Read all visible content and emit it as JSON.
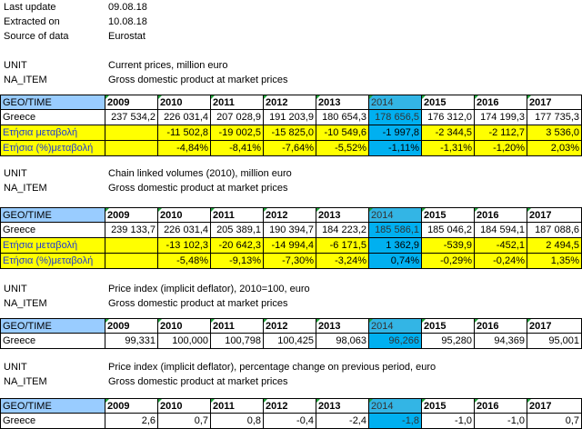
{
  "meta": {
    "rows": [
      {
        "label": "Last update",
        "value": "09.08.18"
      },
      {
        "label": "Extracted on",
        "value": "10.08.18"
      },
      {
        "label": "Source of data",
        "value": "Eurostat"
      }
    ]
  },
  "years": [
    "2009",
    "2010",
    "2011",
    "2012",
    "2013",
    "2014",
    "2015",
    "2016",
    "2017"
  ],
  "geo_time_label": "GEO/TIME",
  "highlight_year": "2014",
  "colors": {
    "header_blue": "#99ccff",
    "highlight_blue": "#00b0f0",
    "yellow": "#ffff00",
    "corner_green": "#1fa23a"
  },
  "sections": [
    {
      "unit_label": "UNIT",
      "unit_value": "Current prices, million euro",
      "item_label": "NA_ITEM",
      "item_value": "Gross domestic product at market prices",
      "rows": [
        {
          "label": "Greece",
          "type": "data",
          "values": [
            "237 534,2",
            "226 031,4",
            "207 028,9",
            "191 203,9",
            "180 654,3",
            "178 656,5",
            "176 312,0",
            "174 199,3",
            "177 735,3"
          ]
        },
        {
          "label": "Ετήσια μεταβολή",
          "type": "change",
          "values": [
            "",
            "-11 502,8",
            "-19 002,5",
            "-15 825,0",
            "-10 549,6",
            "-1 997,8",
            "-2 344,5",
            "-2 112,7",
            "3 536,0"
          ]
        },
        {
          "label": "Ετήσια (%)μεταβολή",
          "type": "change",
          "values": [
            "",
            "-4,84%",
            "-8,41%",
            "-7,64%",
            "-5,52%",
            "-1,11%",
            "-1,31%",
            "-1,20%",
            "2,03%"
          ]
        }
      ]
    },
    {
      "unit_label": "UNIT",
      "unit_value": "Chain linked volumes (2010), million euro",
      "item_label": "NA_ITEM",
      "item_value": "Gross domestic product at market prices",
      "rows": [
        {
          "label": "Greece",
          "type": "data",
          "values": [
            "239 133,7",
            "226 031,4",
            "205 389,1",
            "190 394,7",
            "184 223,2",
            "185 586,1",
            "185 046,2",
            "184 594,1",
            "187 088,6"
          ]
        },
        {
          "label": "Ετήσια μεταβολή",
          "type": "change",
          "values": [
            "",
            "-13 102,3",
            "-20 642,3",
            "-14 994,4",
            "-6 171,5",
            "1 362,9",
            "-539,9",
            "-452,1",
            "2 494,5"
          ]
        },
        {
          "label": "Ετήσια (%)μεταβολή",
          "type": "change",
          "values": [
            "",
            "-5,48%",
            "-9,13%",
            "-7,30%",
            "-3,24%",
            "0,74%",
            "-0,29%",
            "-0,24%",
            "1,35%"
          ]
        }
      ]
    },
    {
      "unit_label": "UNIT",
      "unit_value": "Price index (implicit deflator), 2010=100, euro",
      "item_label": "NA_ITEM",
      "item_value": "Gross domestic product at market prices",
      "rows": [
        {
          "label": "Greece",
          "type": "data",
          "values": [
            "99,331",
            "100,000",
            "100,798",
            "100,425",
            "98,063",
            "96,266",
            "95,280",
            "94,369",
            "95,001"
          ]
        }
      ]
    },
    {
      "unit_label": "UNIT",
      "unit_value": "Price index (implicit deflator), percentage change on previous period, euro",
      "item_label": "NA_ITEM",
      "item_value": "Gross domestic product at market prices",
      "rows": [
        {
          "label": "Greece",
          "type": "data",
          "values": [
            "2,6",
            "0,7",
            "0,8",
            "-0,4",
            "-2,4",
            "-1,8",
            "-1,0",
            "-1,0",
            "0,7"
          ]
        }
      ]
    }
  ]
}
